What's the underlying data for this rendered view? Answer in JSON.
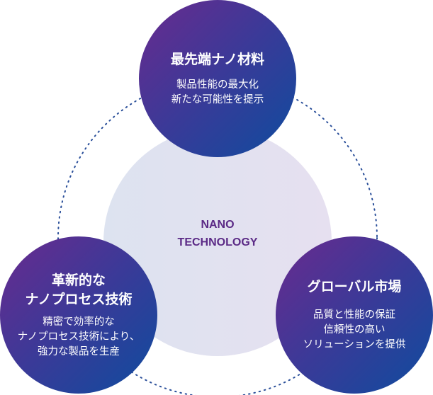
{
  "center": {
    "title_lines": [
      "NANO",
      "TECHNOLOGY"
    ]
  },
  "top": {
    "title_lines": [
      "最先端ナノ材料"
    ],
    "desc_lines": [
      "製品性能の最大化",
      "新たな可能性を提示"
    ]
  },
  "left": {
    "title_lines": [
      "革新的な",
      "ナノプロセス技術"
    ],
    "desc_lines": [
      "精密で効率的な",
      "ナノプロセス技術により、",
      "強力な製品を生産"
    ]
  },
  "right": {
    "title_lines": [
      "グローバル市場"
    ],
    "desc_lines": [
      "品質と性能の保証",
      "信頼性の高い",
      "ソリューションを提供"
    ]
  },
  "colors": {
    "gradient_start": "#6a2a8e",
    "gradient_end": "#0e4c9e",
    "center_text": "#5b2a86",
    "dots": "#2a4f9a"
  }
}
